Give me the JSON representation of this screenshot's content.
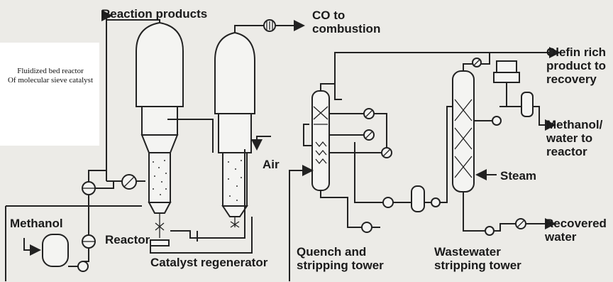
{
  "labels": {
    "reaction_products": "Reaction products",
    "co_combustion": "CO to\ncombustion",
    "olefin": "Olefin rich\nproduct to\nrecovery",
    "methanol_water": "Methanol/\nwater to\nreactor",
    "steam": "Steam",
    "recovered_water": "Recovered\nwater",
    "air": "Air",
    "methanol": "Methanol",
    "reactor": "Reactor",
    "catalyst_regenerator": "Catalyst regenerator",
    "quench": "Quench and\nstripping tower",
    "wastewater": "Wastewater\nstripping tower",
    "fluidized_note": "Fluidized bed reactor\nOf molecular sieve catalyst"
  },
  "colors": {
    "line": "#222222",
    "vessel_fill": "#f4f4f2",
    "background": "#ecebe7"
  }
}
